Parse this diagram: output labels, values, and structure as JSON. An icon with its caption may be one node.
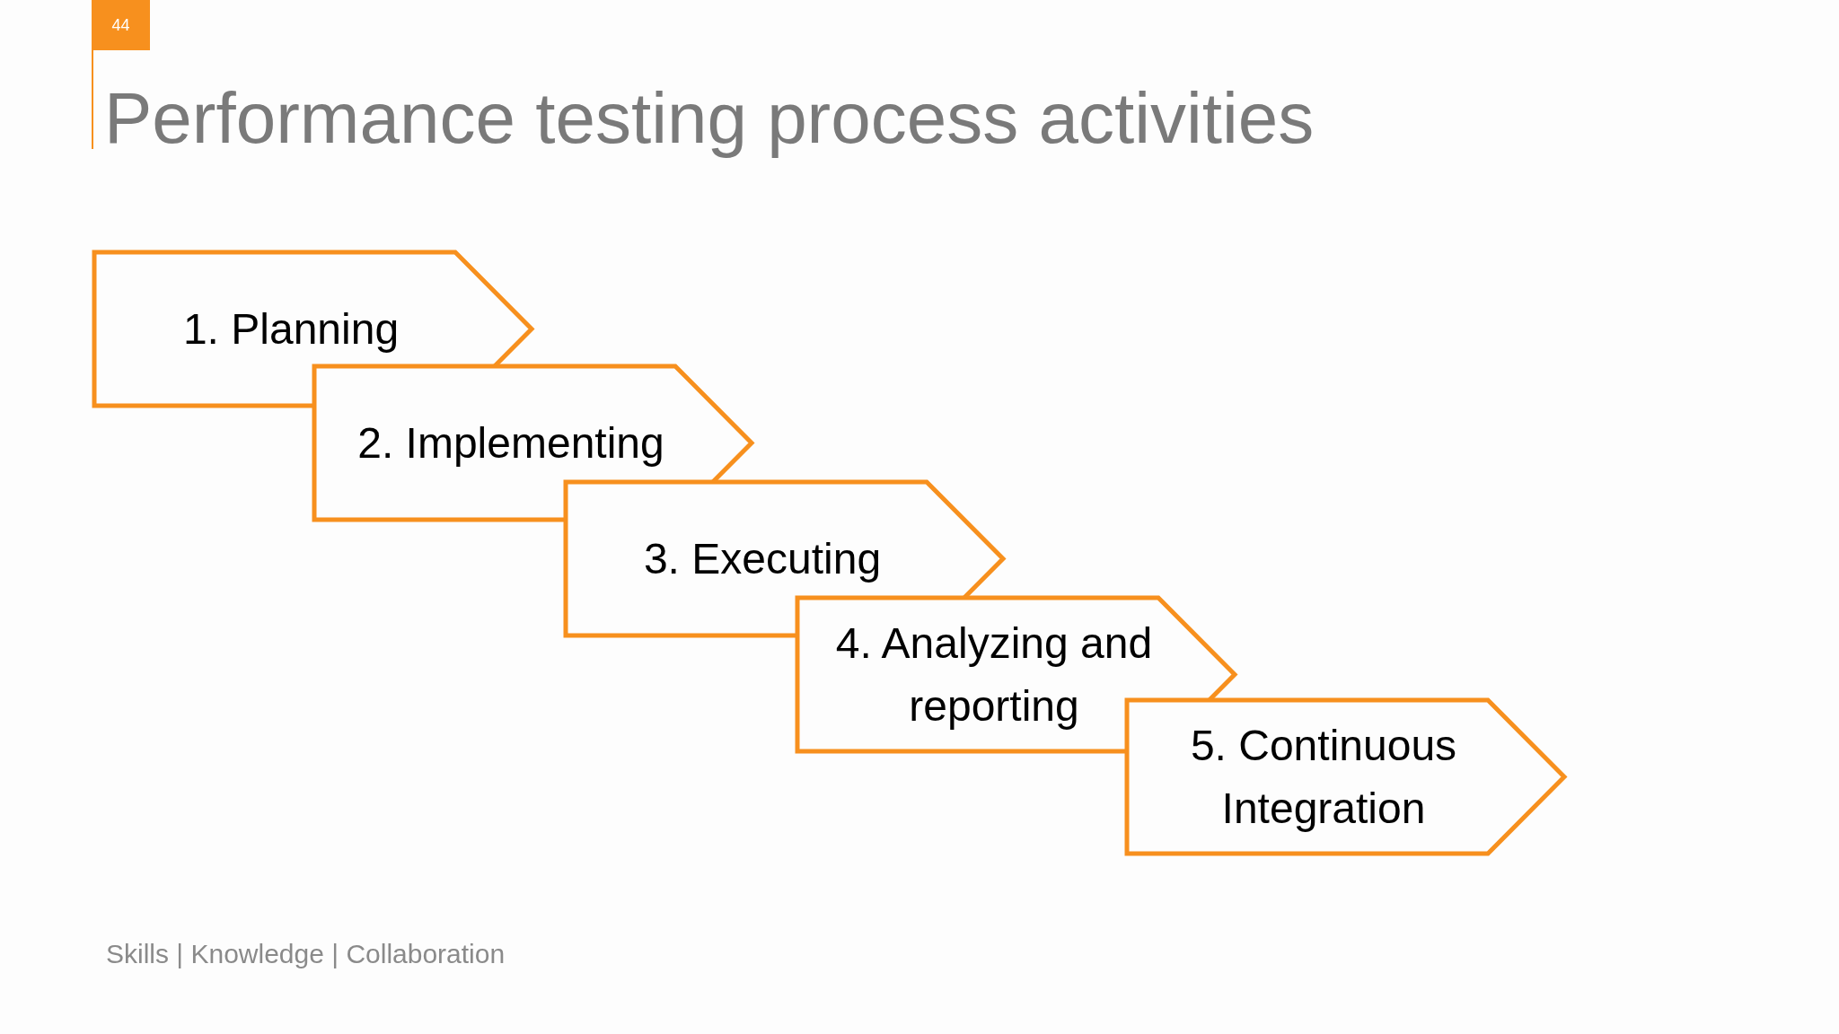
{
  "diagram": {
    "title": "Performance testing process activities",
    "nodes": [
      {
        "text": [
          "1. Planning"
        ]
      },
      {
        "text": [
          "2. Implementing"
        ]
      },
      {
        "text": [
          "3. Executing"
        ]
      },
      {
        "text": [
          "4. Analyzing and reporting"
        ]
      },
      {
        "text": [
          "5. Continuous Integration"
        ]
      }
    ],
    "labels": [
      "44",
      "Skills | Knowledge | Collaboration"
    ]
  }
}
